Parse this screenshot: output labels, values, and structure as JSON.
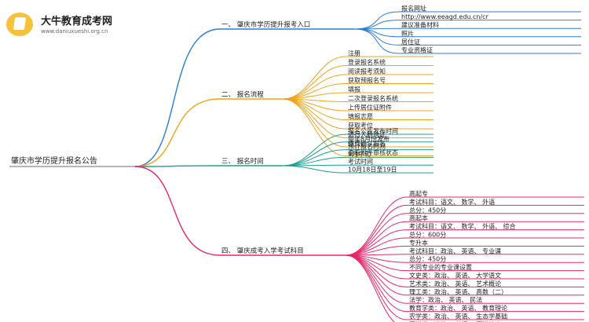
{
  "logo": {
    "name": "大牛教育成考网",
    "url": "www.daniuxueshi.org.cn"
  },
  "root": "肇庆市学历提升报名公告",
  "branches": [
    {
      "label": "一、 肇庆市学历提升报考入口",
      "color": "#2b7cd8",
      "children": [
        "报名网址",
        "http://www.eeagd.edu.cn/cr",
        "建议准备材料",
        "照片",
        "居住证",
        "专业资格证"
      ]
    },
    {
      "label": "二、 报名流程",
      "color": "#f0a31a",
      "children": [
        "注册",
        "登录报名系统",
        "阅读报考须知",
        "获取预报名号",
        "填报",
        "二次登录报名系统",
        "上传居住证附件",
        "填报志愿",
        "获取考位",
        "进行人脸验证",
        "缴费确认报名",
        "查看附件审核状态"
      ]
    },
    {
      "label": "三、 报名时间",
      "color": "#1aa08f",
      "children": [
        "报名公告发布时间",
        "每年8月份发布",
        "预计报名时间",
        "9月中旬",
        "考试时间",
        "10月18日至19日"
      ]
    },
    {
      "label": "四、 肇庆成考入学考试科目",
      "color": "#e8266c",
      "children": [
        "高起专",
        "考试科目：语文、 数学、 外语",
        "总分：450分",
        "高起本",
        "考试科目：语文、 数学、 外语、 综合",
        "总分：600分",
        "专升本",
        "考试科目：政治、 英语、 专业课",
        "总分：450分",
        "不同专业的专业课设置",
        "文史类：政治、 英语、 大学语文",
        "艺术类：政治、 英语、 艺术概论",
        "理工类：政治、 英语、 高数（二）",
        "法学：政治、 英语、 民法",
        "教育学类：政治、 英语、 教育理论",
        "农学类：政治、 英语、 生态学基础",
        "医学类：政治、 英语、 医学综合"
      ]
    }
  ]
}
